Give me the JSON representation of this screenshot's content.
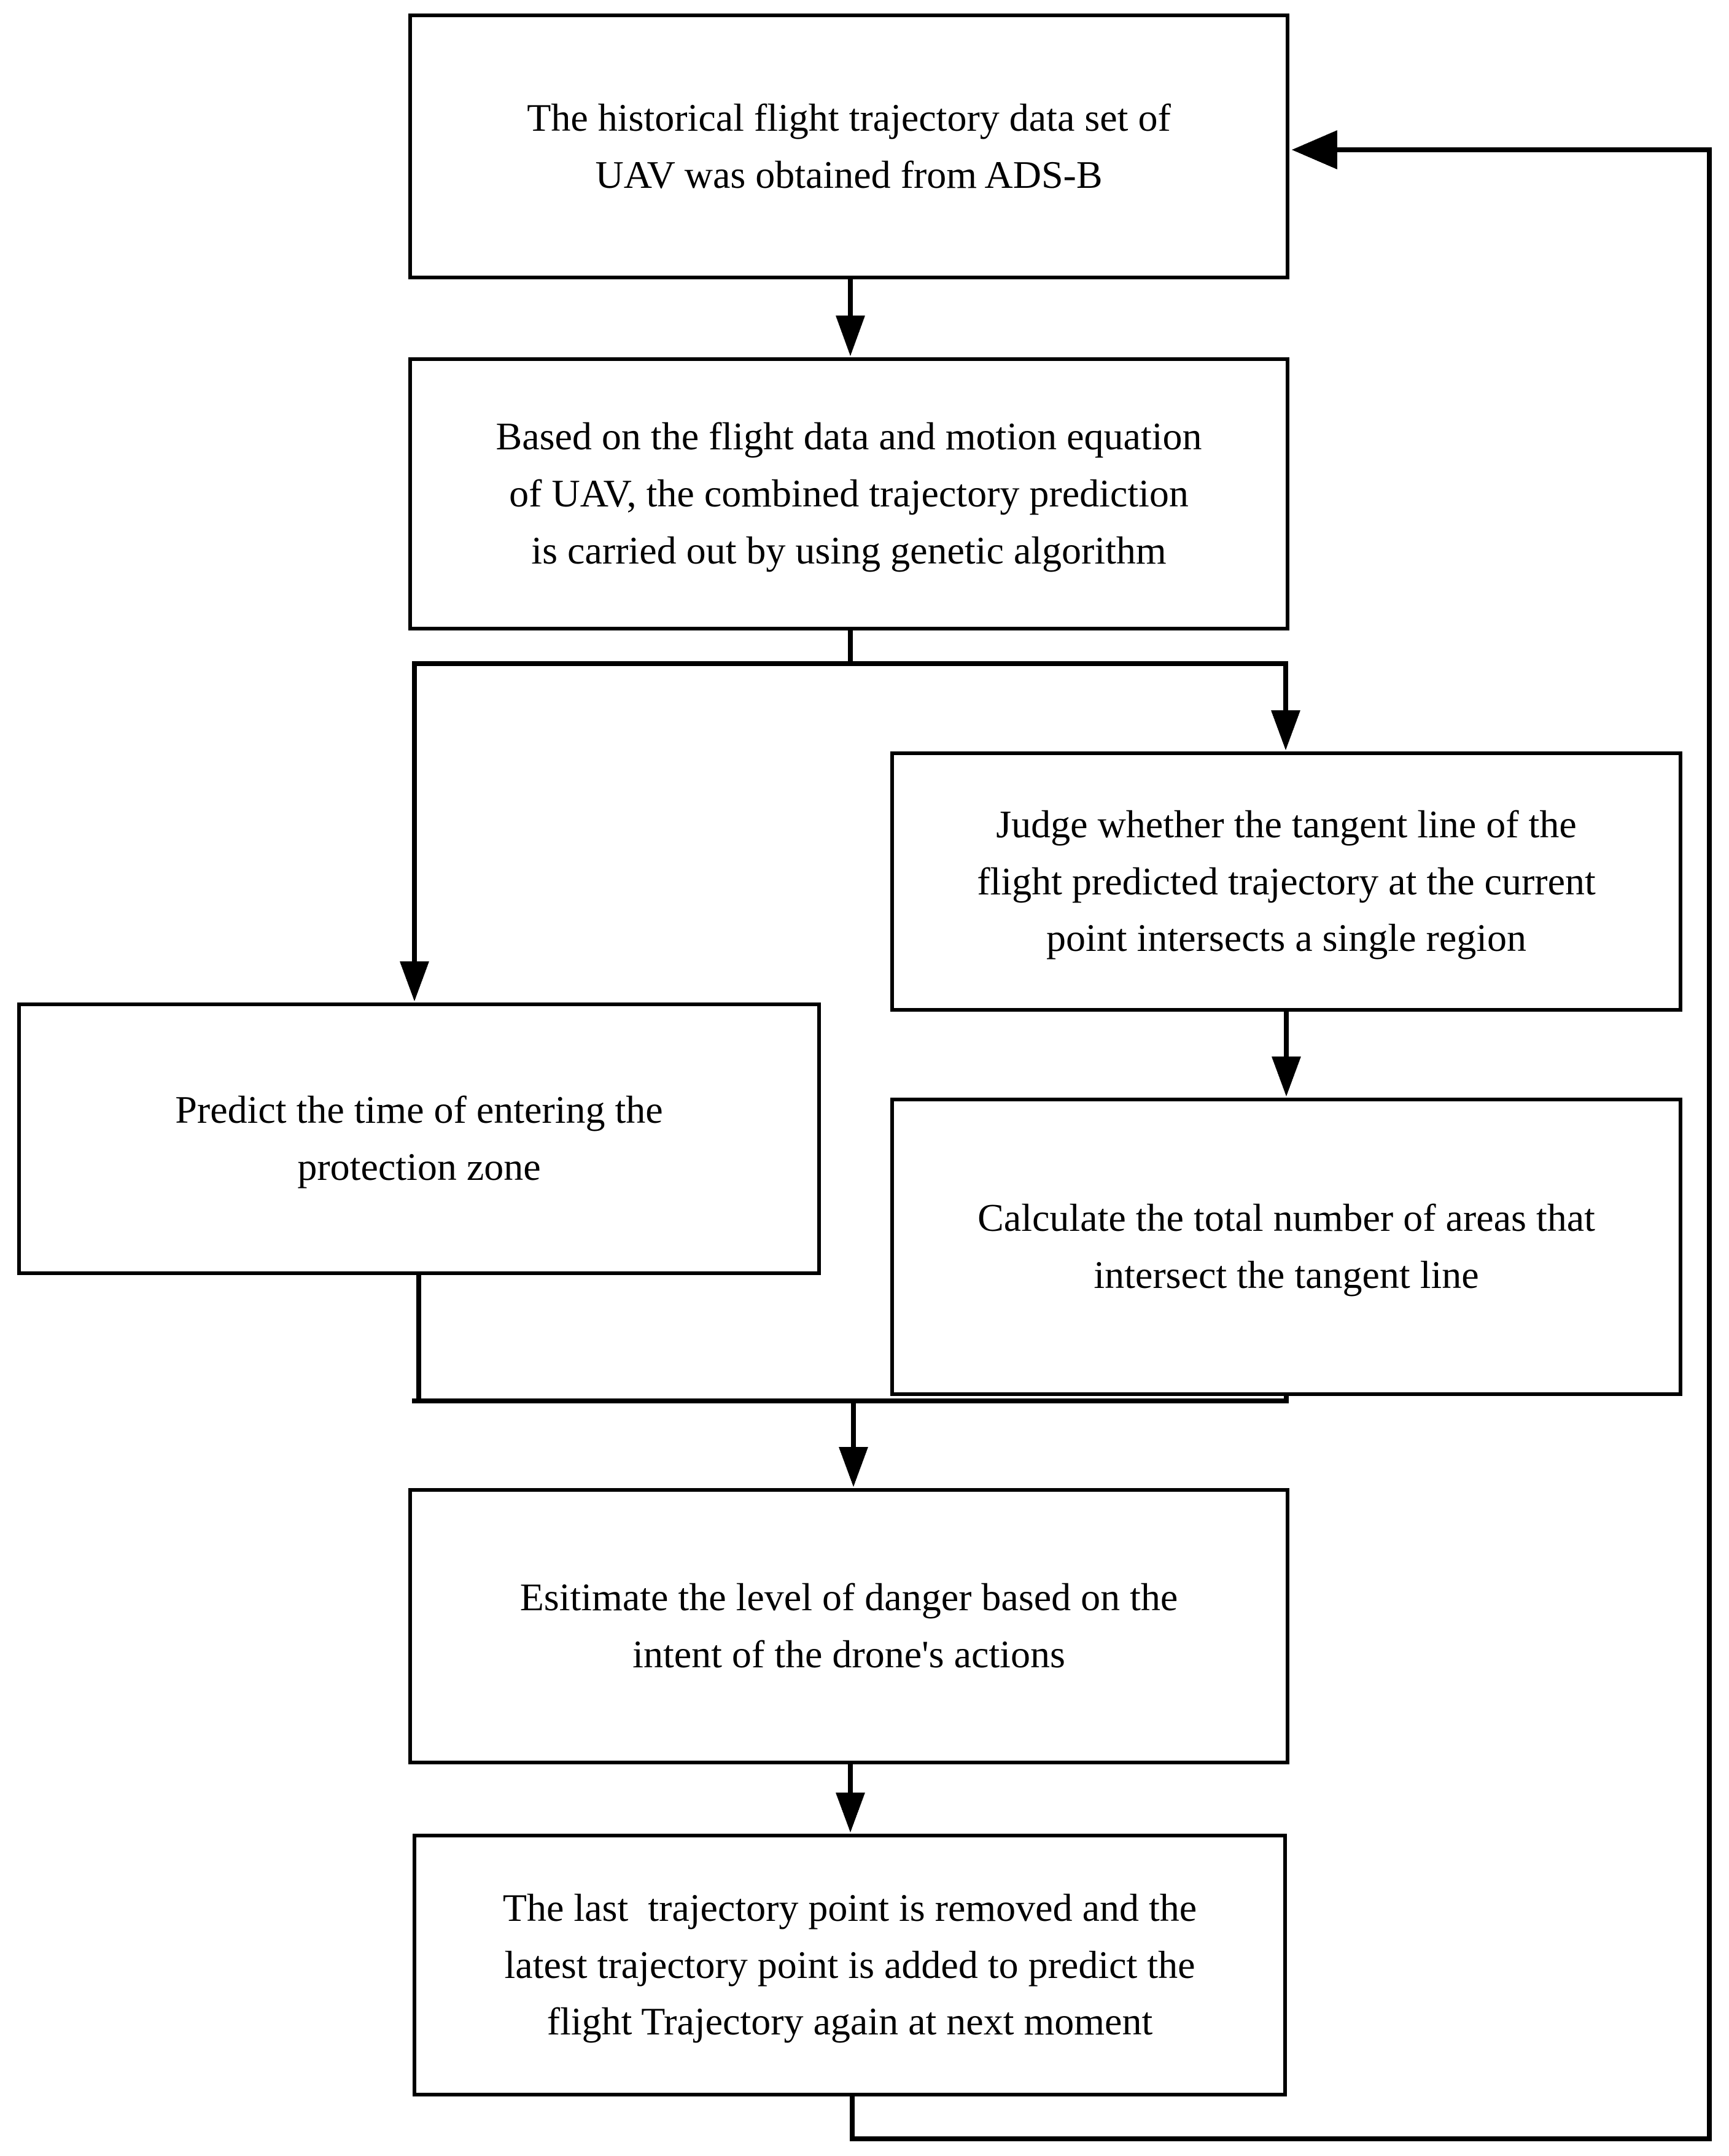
{
  "diagram": {
    "title": "UAV trajectory prediction and danger estimation flowchart",
    "background_color": "#ffffff",
    "line_color": "#000000",
    "nodes": [
      {
        "id": "n1",
        "lines": [
          "The historical flight trajectory data set of",
          "UAV was obtained from ADS-B"
        ]
      },
      {
        "id": "n2",
        "lines": [
          "Based on the flight data and motion equation",
          "of UAV, the combined trajectory prediction",
          "is carried out by using genetic algorithm"
        ]
      },
      {
        "id": "n3",
        "lines": [
          "Judge whether the tangent line of the",
          "flight predicted trajectory at the current",
          "point intersects a single region"
        ]
      },
      {
        "id": "n4",
        "lines": [
          "Predict the time of entering the",
          "protection zone"
        ]
      },
      {
        "id": "n5",
        "lines": [
          "Calculate the total number of areas that",
          "intersect the tangent line"
        ]
      },
      {
        "id": "n6",
        "lines": [
          "Esitimate the level of danger based on the",
          "intent of the drone's actions"
        ]
      },
      {
        "id": "n7",
        "lines": [
          "The last  trajectory point is removed and the",
          "latest trajectory point is added to predict the",
          "flight Trajectory again at next moment"
        ]
      }
    ],
    "edges": [
      {
        "from": "n1",
        "to": "n2"
      },
      {
        "from": "n2",
        "to": "n3"
      },
      {
        "from": "n2",
        "to": "n4"
      },
      {
        "from": "n3",
        "to": "n5"
      },
      {
        "from": "n4",
        "to": "n6"
      },
      {
        "from": "n5",
        "to": "n6"
      },
      {
        "from": "n6",
        "to": "n7"
      },
      {
        "from": "n7",
        "to": "n1"
      }
    ]
  }
}
